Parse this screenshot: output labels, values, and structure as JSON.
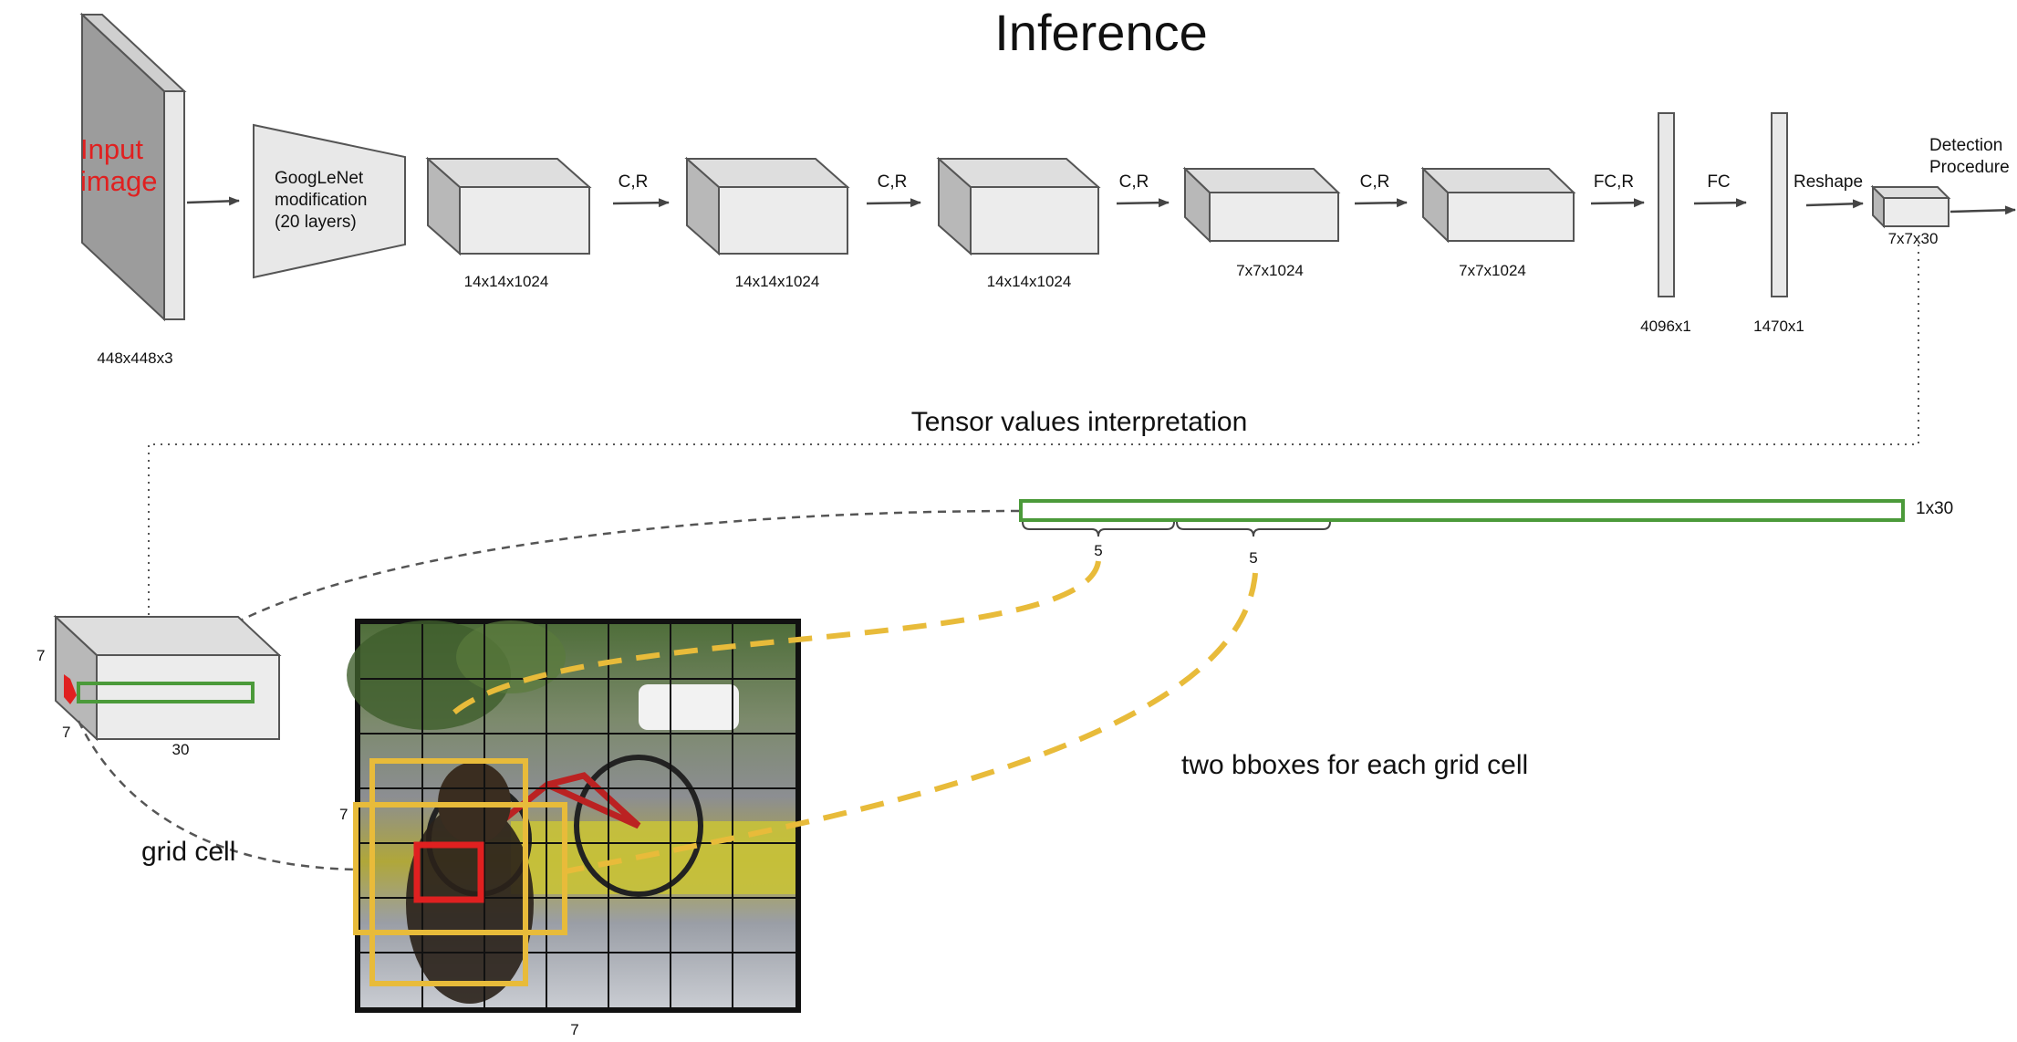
{
  "title": "Inference",
  "input": {
    "label_line1": "Input",
    "label_line2": "image",
    "dims": "448x448x3"
  },
  "googlenet": {
    "line1": "GoogLeNet",
    "line2": "modification",
    "line3": "(20 layers)"
  },
  "blocks": [
    {
      "dims": "14x14x1024"
    },
    {
      "dims": "14x14x1024"
    },
    {
      "dims": "14x14x1024"
    },
    {
      "dims": "7x7x1024"
    },
    {
      "dims": "7x7x1024"
    }
  ],
  "ops": [
    "C,R",
    "C,R",
    "C,R",
    "C,R",
    "FC,R",
    "FC",
    "Reshape"
  ],
  "fc_layers": [
    {
      "dims": "4096x1"
    },
    {
      "dims": "1470x1"
    }
  ],
  "output": {
    "dims": "7x7x30",
    "label_line1": "Detection",
    "label_line2": "Procedure"
  },
  "interpretation": {
    "title": "Tensor values interpretation",
    "vector_dims": "1x30",
    "brace1": "5",
    "brace2": "5",
    "bboxes_text": "two bboxes for each grid cell",
    "grid_cell_text": "grid cell",
    "tensor_h": "7",
    "tensor_w": "7",
    "tensor_d": "30",
    "image_rows": "7",
    "image_cols": "7"
  },
  "colors": {
    "red": "#e02020",
    "green": "#4b9a3a",
    "yellow": "#e8bb3a",
    "block_face": "#e8e8e8",
    "block_side": "#b8b8b8"
  }
}
